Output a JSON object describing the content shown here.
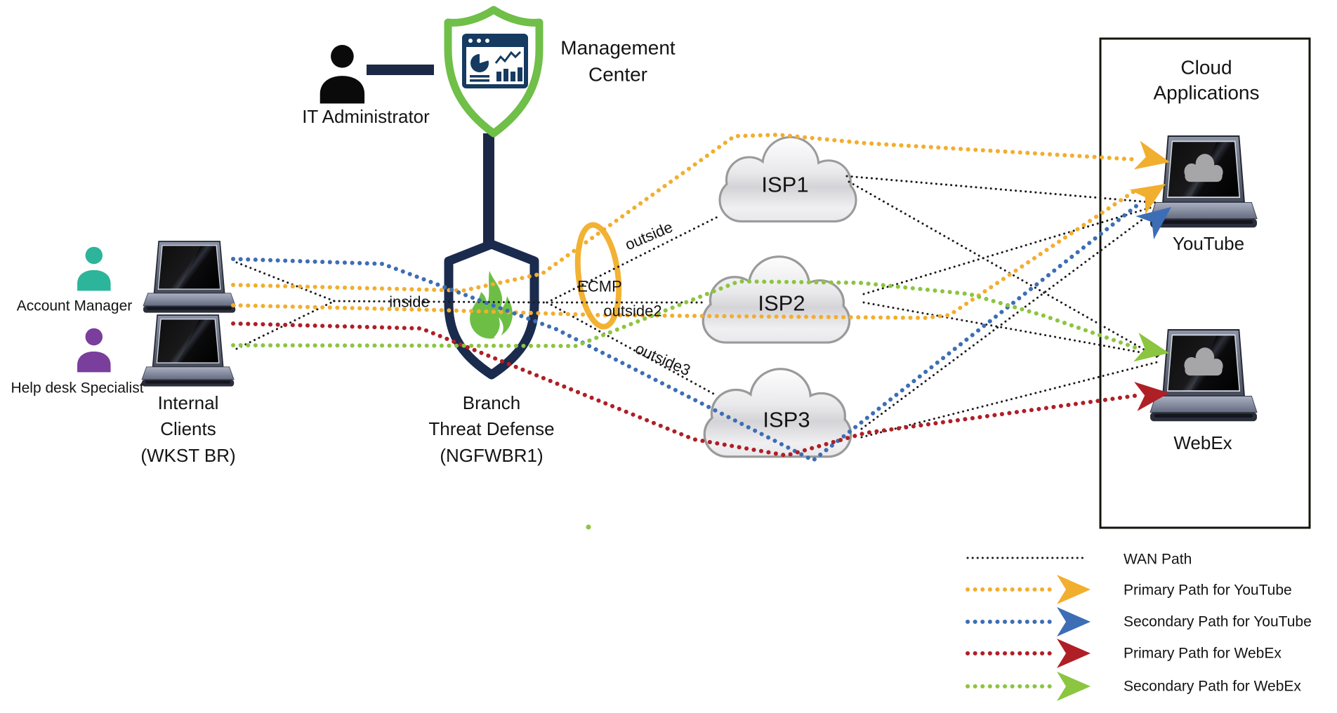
{
  "diagram": {
    "title_hint": "SD-WAN branch topology with ECMP dual application paths",
    "labels": {
      "it_admin": "IT Administrator",
      "mgmt_center_line1": "Management",
      "mgmt_center_line2": "Center",
      "account_manager": "Account Manager",
      "helpdesk": "Help desk Specialist",
      "internal_line1": "Internal",
      "internal_line2": "Clients",
      "internal_line3": "(WKST BR)",
      "branch_line1": "Branch",
      "branch_line2": "Threat Defense",
      "branch_line3": "(NGFWBR1)",
      "inside": "inside",
      "ecmp": "ECMP",
      "outside1": "outside",
      "outside2": "outside2",
      "outside3": "outside3",
      "isp1": "ISP1",
      "isp2": "ISP2",
      "isp3": "ISP3",
      "cloud_apps_line1": "Cloud",
      "cloud_apps_line2": "Applications",
      "youtube": "YouTube",
      "webex": "WebEx"
    },
    "legend": {
      "rows": [
        {
          "label": "WAN Path",
          "color": "#1a1a1a",
          "arrow": false
        },
        {
          "label": "Primary Path for YouTube",
          "color": "#F2AE2E",
          "arrow": true
        },
        {
          "label": "Secondary Path for YouTube",
          "color": "#3D6EB5",
          "arrow": true
        },
        {
          "label": "Primary Path for WebEx",
          "color": "#AF1F26",
          "arrow": true
        },
        {
          "label": "Secondary Path for WebEx",
          "color": "#8CC540",
          "arrow": true
        }
      ]
    },
    "colors": {
      "wan_path": "#1a1a1a",
      "primary_youtube": "#F2AE2E",
      "secondary_youtube": "#3D6EB5",
      "primary_webex": "#AF1F26",
      "secondary_webex": "#8CC540",
      "shield_navy": "#1B2B4E",
      "management_green": "#6FBF48",
      "flame_green": "#6DBE45",
      "account_manager_teal": "#2CB59B",
      "helpdesk_purple": "#7A3E9D",
      "ecmp_ellipse": "#F2B233"
    }
  }
}
